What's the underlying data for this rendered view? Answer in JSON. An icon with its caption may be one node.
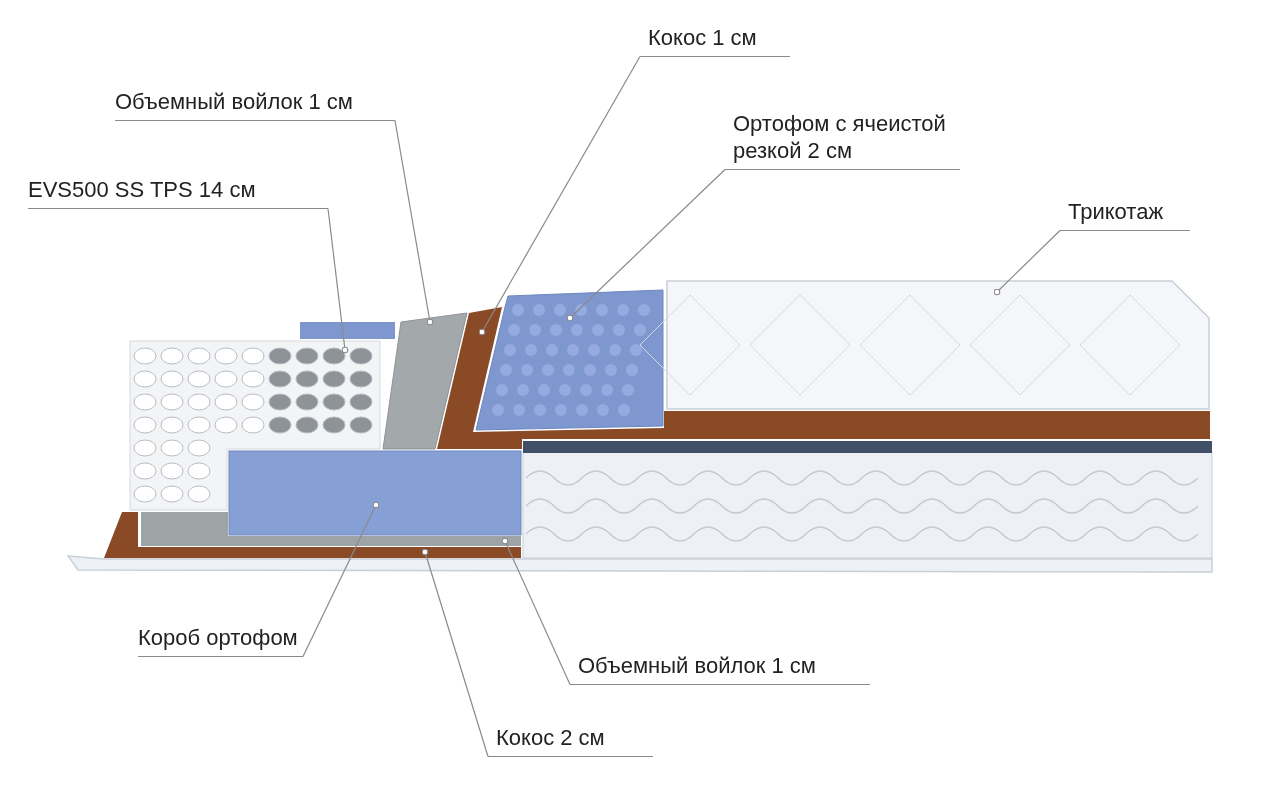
{
  "diagram": {
    "nodes": [
      {
        "text": [
          "Кокос 1 см"
        ]
      },
      {
        "text": [
          "Объемный войлок 1 см"
        ]
      },
      {
        "text": [
          "Ортофом с ячеистой резкой 2 см"
        ]
      },
      {
        "text": [
          "EVS500 SS TPS 14 см"
        ]
      },
      {
        "text": [
          "Трикотаж"
        ]
      },
      {
        "text": [
          "Короб ортофом"
        ]
      },
      {
        "text": [
          "Объемный войлок 1 см"
        ]
      },
      {
        "text": [
          "Кокос 2 см"
        ]
      },
      {
        "text": [],
        "shape": "picture"
      },
      {
        "text": [],
        "shape": "picture"
      },
      {
        "text": [],
        "shape": "picture"
      },
      {
        "text": [],
        "shape": "picture"
      },
      {
        "text": [],
        "shape": "picture"
      },
      {
        "text": [],
        "shape": "picture"
      },
      {
        "text": [],
        "shape": "picture"
      },
      {
        "text": [],
        "shape": "picture"
      }
    ],
    "edges": [
      {
        "from": 0,
        "to": 8,
        "arrow": "other"
      },
      {
        "from": 1,
        "to": 9,
        "arrow": "other"
      },
      {
        "from": 2,
        "to": 10,
        "arrow": "other"
      },
      {
        "from": 3,
        "to": 11,
        "arrow": "other"
      },
      {
        "from": 4,
        "to": 12,
        "arrow": "other"
      },
      {
        "from": 5,
        "to": 13,
        "arrow": "other"
      },
      {
        "from": 6,
        "to": 14,
        "arrow": "other"
      },
      {
        "from": 7,
        "to": 15,
        "arrow": "other"
      }
    ]
  }
}
